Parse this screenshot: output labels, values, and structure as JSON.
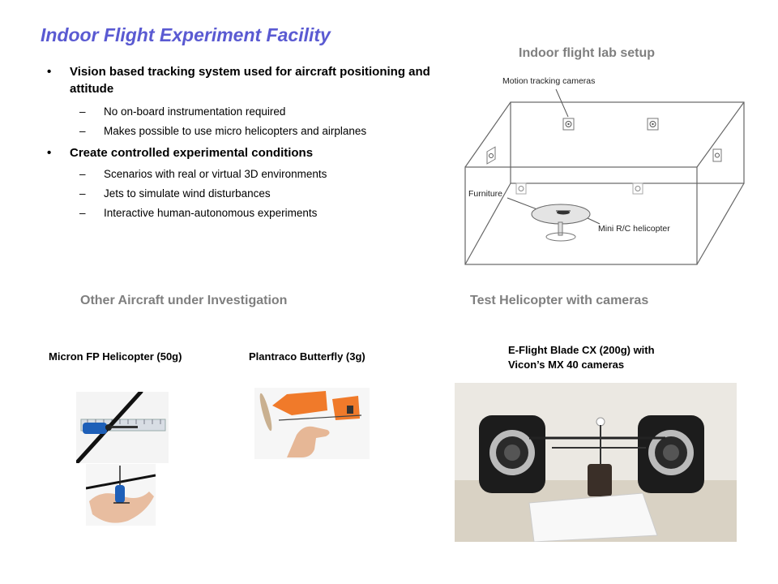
{
  "slide": {
    "title": "Indoor Flight Experiment Facility",
    "bullets": [
      {
        "text": "Vision based tracking system used for aircraft positioning and attitude",
        "subs": [
          "No on-board instrumentation  required",
          "Makes possible to use micro helicopters and airplanes"
        ]
      },
      {
        "text": "Create controlled experimental conditions",
        "subs": [
          "Scenarios with real or virtual 3D environments",
          "Jets to simulate wind disturbances",
          "Interactive human-autonomous  experiments"
        ]
      }
    ],
    "lab_setup": {
      "heading": "Indoor flight lab setup",
      "label_cameras": "Motion tracking cameras",
      "label_furniture": "Furniture",
      "label_helicopter": "Mini R/C helicopter"
    },
    "other_aircraft": {
      "heading": "Other Aircraft under Investigation",
      "items": [
        {
          "caption": "Micron FP Helicopter (50g)"
        },
        {
          "caption": "Plantraco Butterfly (3g)"
        }
      ]
    },
    "test_heli": {
      "heading": "Test Helicopter with cameras",
      "caption_line1": "E-Flight Blade CX (200g) with",
      "caption_line2": "Vicon’s MX 40 cameras"
    }
  }
}
